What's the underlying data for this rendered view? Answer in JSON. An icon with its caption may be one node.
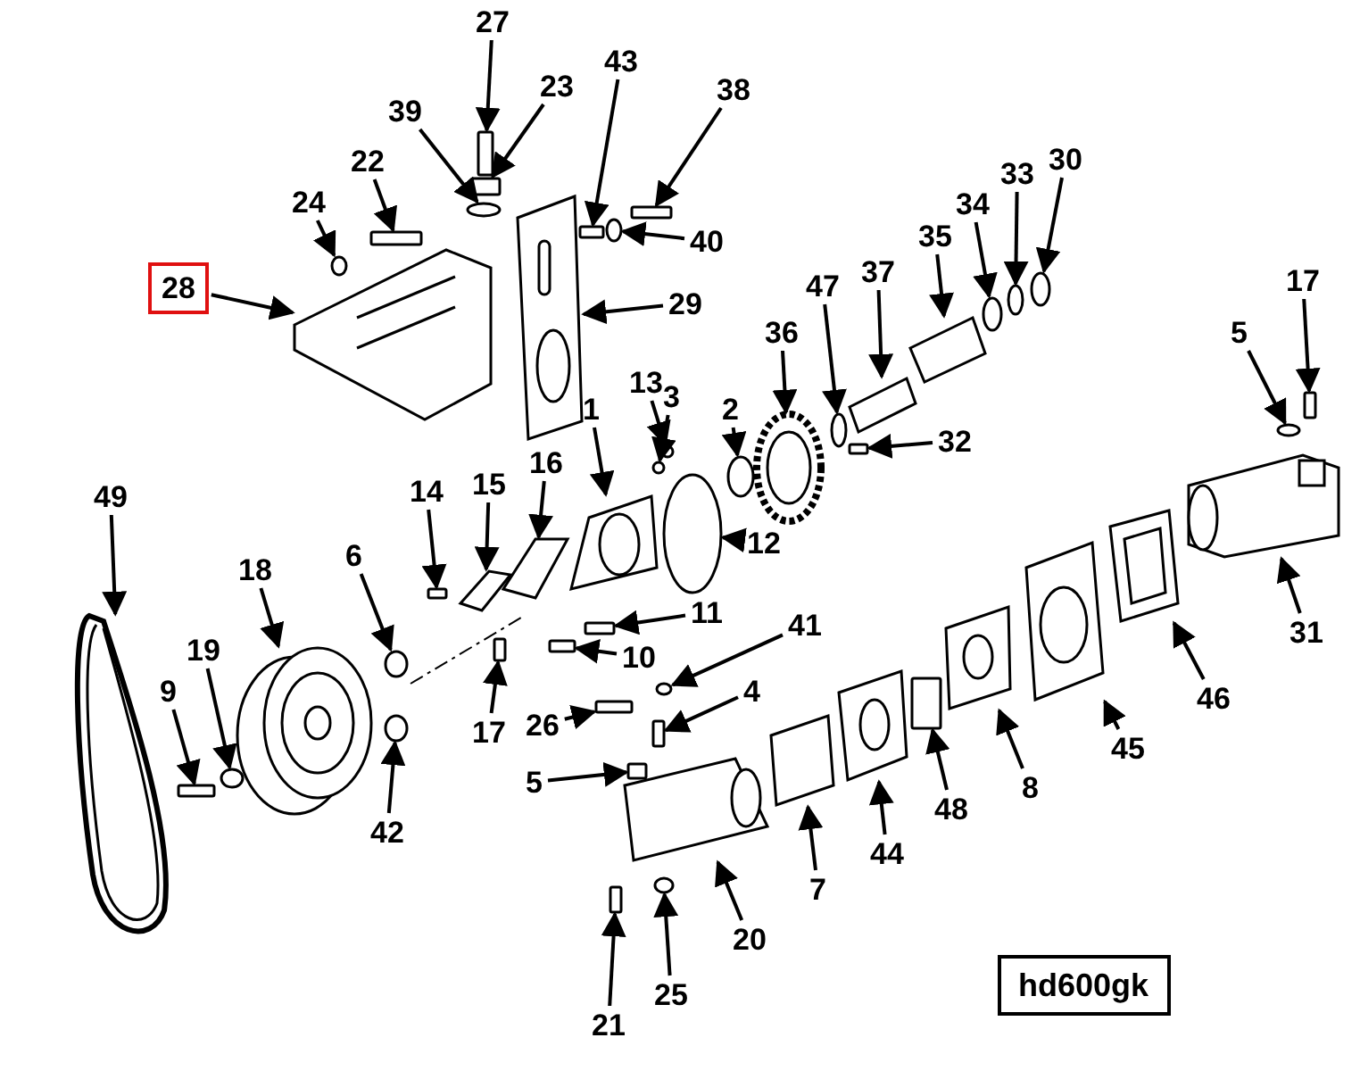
{
  "diagram": {
    "nodes": [
      {
        "text": [
          "27"
        ]
      },
      {
        "text": [
          "23"
        ]
      },
      {
        "text": [
          "43"
        ]
      },
      {
        "text": [
          "39"
        ]
      },
      {
        "text": [
          "22"
        ]
      },
      {
        "text": [
          "38"
        ]
      },
      {
        "text": [
          "24"
        ]
      },
      {
        "text": [
          "40"
        ]
      },
      {
        "text": [
          "28"
        ]
      },
      {
        "text": [
          "29"
        ]
      },
      {
        "text": [
          "37"
        ]
      },
      {
        "text": [
          "35"
        ]
      },
      {
        "text": [
          "34"
        ]
      },
      {
        "text": [
          "33"
        ]
      },
      {
        "text": [
          "30"
        ]
      },
      {
        "text": [
          "36"
        ]
      },
      {
        "text": [
          "47"
        ]
      },
      {
        "text": [
          "3"
        ]
      },
      {
        "text": [
          "13"
        ]
      },
      {
        "text": [
          "2"
        ]
      },
      {
        "text": [
          "32"
        ]
      },
      {
        "text": [
          "1"
        ]
      },
      {
        "text": [
          "17"
        ]
      },
      {
        "text": [
          "5"
        ]
      },
      {
        "text": [
          "14"
        ]
      },
      {
        "text": [
          "15"
        ]
      },
      {
        "text": [
          "16"
        ]
      },
      {
        "text": [
          "12"
        ]
      },
      {
        "text": [
          "49"
        ]
      },
      {
        "text": [
          "18"
        ]
      },
      {
        "text": [
          "6"
        ]
      },
      {
        "text": [
          "11"
        ]
      },
      {
        "text": [
          "10"
        ]
      },
      {
        "text": [
          "41"
        ]
      },
      {
        "text": [
          "31"
        ]
      },
      {
        "text": [
          "46"
        ]
      },
      {
        "text": [
          "19"
        ]
      },
      {
        "text": [
          "9"
        ]
      },
      {
        "text": [
          "17"
        ]
      },
      {
        "text": [
          "26"
        ]
      },
      {
        "text": [
          "4"
        ]
      },
      {
        "text": [
          "45"
        ]
      },
      {
        "text": [
          "8"
        ]
      },
      {
        "text": [
          "5"
        ]
      },
      {
        "text": [
          "42"
        ]
      },
      {
        "text": [
          "48"
        ]
      },
      {
        "text": [
          "7"
        ]
      },
      {
        "text": [
          "44"
        ]
      },
      {
        "text": [
          "20"
        ]
      },
      {
        "text": [
          "25"
        ]
      },
      {
        "text": [
          "21"
        ]
      },
      {
        "text": [
          "hd600gk"
        ]
      },
      {
        "text": [],
        "shape": "bar"
      },
      {
        "text": [],
        "shape": "bar"
      },
      {
        "text": [],
        "shape": "picture"
      },
      {
        "text": [],
        "shape": "circle"
      },
      {
        "text": [],
        "shape": "bar"
      },
      {
        "text": [],
        "shape": "circle"
      },
      {
        "text": [],
        "shape": "bar"
      },
      {
        "text": [],
        "shape": "bar"
      },
      {
        "text": [],
        "shape": "picture"
      },
      {
        "text": [],
        "shape": "circle"
      },
      {
        "text": [],
        "shape": "circle"
      },
      {
        "text": [],
        "shape": "circle"
      },
      {
        "text": [],
        "shape": "circle"
      },
      {
        "text": [],
        "shape": "picture"
      },
      {
        "text": [],
        "shape": "picture"
      },
      {
        "text": [],
        "shape": "bar"
      },
      {
        "text": [],
        "shape": "picture"
      },
      {
        "text": [],
        "shape": "circle"
      },
      {
        "text": [],
        "shape": "circle"
      },
      {
        "text": [],
        "shape": "bar"
      },
      {
        "text": [],
        "shape": "circle"
      },
      {
        "text": [],
        "shape": "picture"
      },
      {
        "text": [],
        "shape": "circle"
      },
      {
        "text": [],
        "shape": "circle"
      },
      {
        "text": [],
        "shape": "circle"
      },
      {
        "text": [],
        "shape": "picture"
      },
      {
        "text": [],
        "shape": "picture"
      },
      {
        "text": [],
        "shape": "picture"
      },
      {
        "text": [],
        "shape": "picture"
      },
      {
        "text": [],
        "shape": "picture"
      },
      {
        "text": [],
        "shape": "bar"
      },
      {
        "text": [],
        "shape": "picture"
      },
      {
        "text": [],
        "shape": "picture"
      },
      {
        "text": [],
        "shape": "bar"
      },
      {
        "text": [],
        "shape": "bar"
      },
      {
        "text": [],
        "shape": "bar"
      },
      {
        "text": [],
        "shape": "picture"
      },
      {
        "text": [],
        "shape": "circle"
      },
      {
        "text": [],
        "shape": "picture"
      },
      {
        "text": [],
        "shape": "bar"
      },
      {
        "text": [],
        "shape": "circle"
      },
      {
        "text": [],
        "shape": "bar"
      },
      {
        "text": [],
        "shape": "bar"
      },
      {
        "text": [],
        "shape": "picture"
      },
      {
        "text": [],
        "shape": "circle"
      },
      {
        "text": [],
        "shape": "picture"
      },
      {
        "text": [],
        "shape": "bar"
      },
      {
        "text": [],
        "shape": "circle"
      },
      {
        "text": [],
        "shape": "bar"
      },
      {
        "text": [],
        "shape": "circle"
      },
      {
        "text": [],
        "shape": "bar"
      }
    ],
    "edges": [
      {
        "from": 0,
        "to": 52,
        "arrow": "to"
      },
      {
        "from": 1,
        "to": 53,
        "arrow": "to"
      },
      {
        "from": 2,
        "to": 58,
        "arrow": "to"
      },
      {
        "from": 3,
        "to": 55,
        "arrow": "to"
      },
      {
        "from": 4,
        "to": 59,
        "arrow": "to"
      },
      {
        "from": 5,
        "to": 56,
        "arrow": "to"
      },
      {
        "from": 6,
        "to": 61,
        "arrow": "to"
      },
      {
        "from": 7,
        "to": 57,
        "arrow": "to"
      },
      {
        "from": 8,
        "to": 60,
        "arrow": "to"
      },
      {
        "from": 9,
        "to": 54,
        "arrow": "to"
      },
      {
        "from": 10,
        "to": 66,
        "arrow": "to"
      },
      {
        "from": 11,
        "to": 65,
        "arrow": "to"
      },
      {
        "from": 12,
        "to": 64,
        "arrow": "to"
      },
      {
        "from": 13,
        "to": 63,
        "arrow": "to"
      },
      {
        "from": 14,
        "to": 62,
        "arrow": "to"
      },
      {
        "from": 15,
        "to": 68,
        "arrow": "to"
      },
      {
        "from": 16,
        "to": 70,
        "arrow": "to"
      },
      {
        "from": 17,
        "to": 75,
        "arrow": "to"
      },
      {
        "from": 18,
        "to": 72,
        "arrow": "to"
      },
      {
        "from": 19,
        "to": 74,
        "arrow": "to"
      },
      {
        "from": 20,
        "to": 71,
        "arrow": "to"
      },
      {
        "from": 21,
        "to": 77,
        "arrow": "to"
      },
      {
        "from": 22,
        "to": 67,
        "arrow": "to"
      },
      {
        "from": 23,
        "to": 69,
        "arrow": "to"
      },
      {
        "from": 24,
        "to": 82,
        "arrow": "to"
      },
      {
        "from": 25,
        "to": 81,
        "arrow": "to"
      },
      {
        "from": 26,
        "to": 79,
        "arrow": "to"
      },
      {
        "from": 27,
        "to": 76,
        "arrow": "to"
      },
      {
        "from": 28,
        "to": 84,
        "arrow": "to"
      },
      {
        "from": 29,
        "to": 88,
        "arrow": "to"
      },
      {
        "from": 30,
        "to": 89,
        "arrow": "to"
      },
      {
        "from": 31,
        "to": 85,
        "arrow": "to"
      },
      {
        "from": 32,
        "to": 87,
        "arrow": "to"
      },
      {
        "from": 33,
        "to": 92,
        "arrow": "to"
      },
      {
        "from": 34,
        "to": 73,
        "arrow": "to"
      },
      {
        "from": 35,
        "to": 78,
        "arrow": "to"
      },
      {
        "from": 36,
        "to": 99,
        "arrow": "to"
      },
      {
        "from": 37,
        "to": 100,
        "arrow": "to"
      },
      {
        "from": 38,
        "to": 86,
        "arrow": "to"
      },
      {
        "from": 39,
        "to": 93,
        "arrow": "to"
      },
      {
        "from": 40,
        "to": 94,
        "arrow": "to"
      },
      {
        "from": 41,
        "to": 80,
        "arrow": "to"
      },
      {
        "from": 42,
        "to": 83,
        "arrow": "to"
      },
      {
        "from": 43,
        "to": 98,
        "arrow": "to"
      },
      {
        "from": 44,
        "to": 96,
        "arrow": "to"
      },
      {
        "from": 45,
        "to": 91,
        "arrow": "to"
      },
      {
        "from": 46,
        "to": 95,
        "arrow": "to"
      },
      {
        "from": 47,
        "to": 90,
        "arrow": "to"
      },
      {
        "from": 48,
        "to": 97,
        "arrow": "to"
      },
      {
        "from": 49,
        "to": 101,
        "arrow": "to"
      },
      {
        "from": 50,
        "to": 102,
        "arrow": "to"
      }
    ]
  }
}
